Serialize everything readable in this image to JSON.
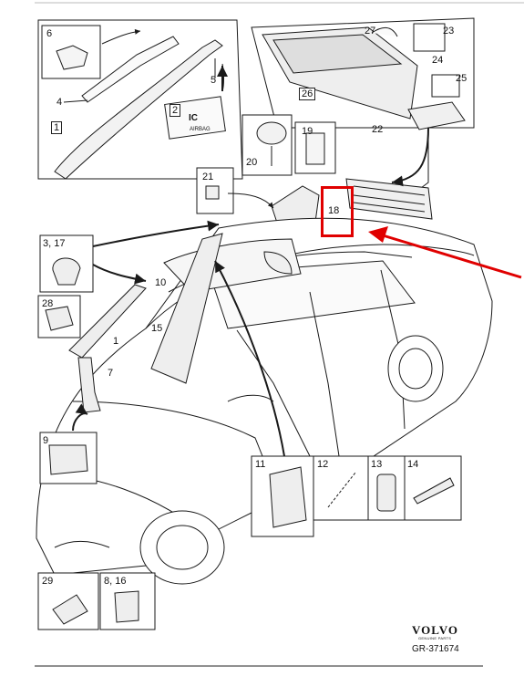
{
  "callouts": {
    "c1": "1",
    "c2": "2",
    "c3_17": "3, 17",
    "c4": "4",
    "c5": "5",
    "c6": "6",
    "c7": "7",
    "c8_16": "8, 16",
    "c9": "9",
    "c10": "10",
    "c11": "11",
    "c12": "12",
    "c13": "13",
    "c14": "14",
    "c15": "15",
    "c18": "18",
    "c19": "19",
    "c20": "20",
    "c21": "21",
    "c22": "22",
    "c23": "23",
    "c24": "24",
    "c25": "25",
    "c26": "26",
    "c27": "27",
    "c28": "28",
    "c29": "29"
  },
  "airbag_text": "AIRBAG",
  "airbag_logo": "IC",
  "brand": {
    "name": "VOLVO",
    "tagline": "GENUINE PARTS"
  },
  "reference": "GR-371674",
  "highlight": {
    "color": "#e00000",
    "target": "18"
  }
}
